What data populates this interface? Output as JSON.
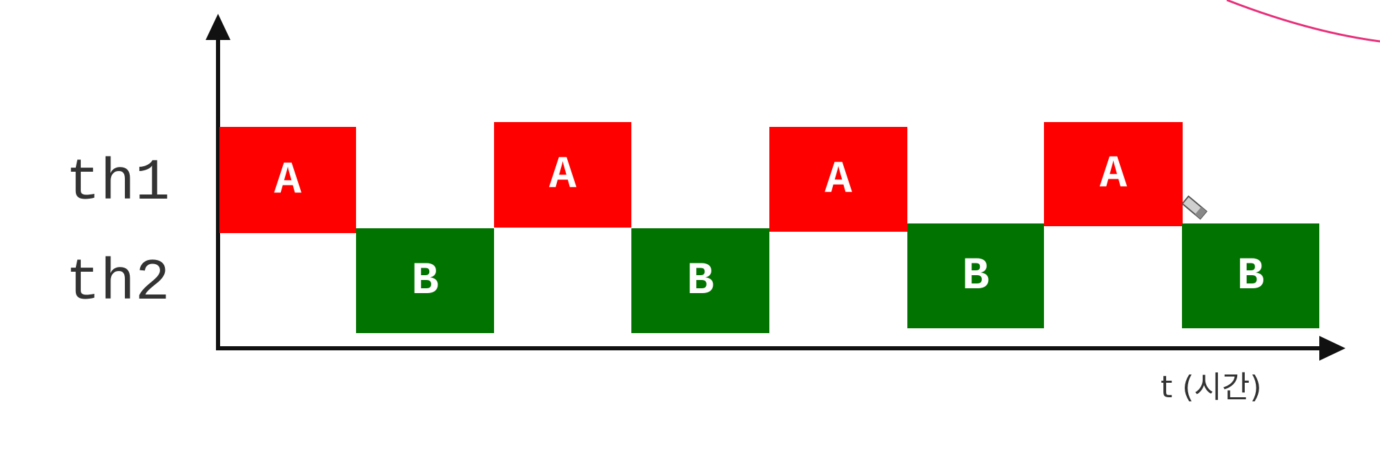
{
  "threads": [
    {
      "label": "th1",
      "task": "A",
      "color": "#fe0000"
    },
    {
      "label": "th2",
      "task": "B",
      "color": "#017300"
    }
  ],
  "axis": {
    "time_label": "t (시간)"
  },
  "blocks": [
    {
      "thread": "th1",
      "text": "A"
    },
    {
      "thread": "th2",
      "text": "B"
    },
    {
      "thread": "th1",
      "text": "A"
    },
    {
      "thread": "th2",
      "text": "B"
    },
    {
      "thread": "th1",
      "text": "A"
    },
    {
      "thread": "th2",
      "text": "B"
    },
    {
      "thread": "th1",
      "text": "A"
    },
    {
      "thread": "th2",
      "text": "B"
    }
  ]
}
